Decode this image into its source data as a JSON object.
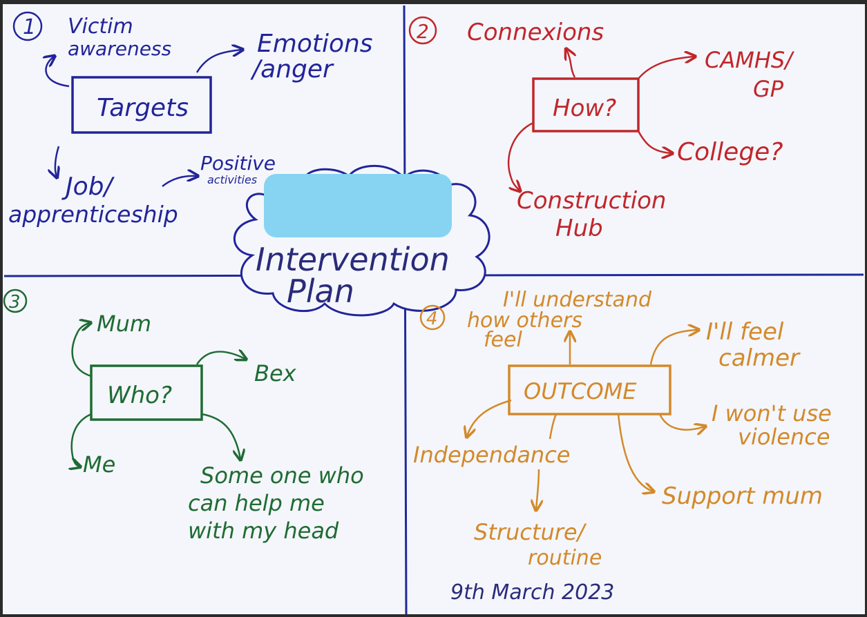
{
  "colors": {
    "paper": "#f4f6fb",
    "grid_line": "#1e2a9a",
    "quadrant1": "#22249a",
    "quadrant2": "#c0262b",
    "quadrant3": "#1f6b33",
    "quadrant4": "#d3892a",
    "redaction": "#86d4f2"
  },
  "center": {
    "line1": "Intervention",
    "line2": "Plan"
  },
  "q1": {
    "number": "1",
    "box": "Targets",
    "victim1": "Victim",
    "victim2": "awareness",
    "emotions1": "Emotions",
    "emotions2": "/anger",
    "job1": "Job/",
    "job2": "apprenticeship",
    "positive1": "Positive",
    "positive2": "activities"
  },
  "q2": {
    "number": "2",
    "box": "How?",
    "connexions": "Connexions",
    "camhs1": "CAMHS/",
    "camhs2": "GP",
    "college": "College?",
    "construction1": "Construction",
    "construction2": "Hub"
  },
  "q3": {
    "number": "3",
    "box": "Who?",
    "mum": "Mum",
    "bex": "Bex",
    "me": "Me",
    "someone1": "Some one who",
    "someone2": "can help me",
    "someone3": "with my head"
  },
  "q4": {
    "number": "4",
    "box": "OUTCOME",
    "understand1": "I'll understand",
    "understand2": "how others",
    "understand3": "feel",
    "calmer1": "I'll feel",
    "calmer2": "calmer",
    "violence1": "I won't use",
    "violence2": "violence",
    "independance": "Independance",
    "support": "Support mum",
    "structure1": "Structure/",
    "structure2": "routine"
  },
  "date": "9th March 2023"
}
